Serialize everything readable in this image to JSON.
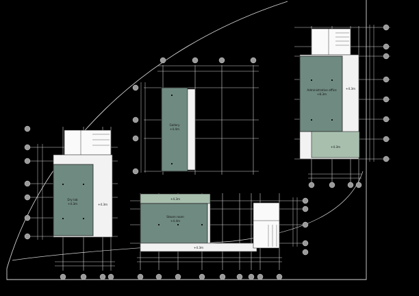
{
  "rooms": {
    "gallery": {
      "name": "Gallery",
      "level": "+4.4m"
    },
    "admin": {
      "name": "Administrative office",
      "level": "+8.3m",
      "side_level": "+4.3m",
      "lower_level": "+4.3m"
    },
    "dry_lab": {
      "name": "Dry lab",
      "level": "+4.3m",
      "side_level": "+4.3m"
    },
    "steam": {
      "name": "Steam room",
      "level": "+4.4m",
      "top_level": "+4.3m",
      "corridor_level": "+4.3m"
    }
  },
  "colors": {
    "background": "#000000",
    "room_dark": "#6f8a81",
    "room_light": "#a8bfae",
    "corridor": "#f2f2f2",
    "lines": "#d8d8d8"
  }
}
